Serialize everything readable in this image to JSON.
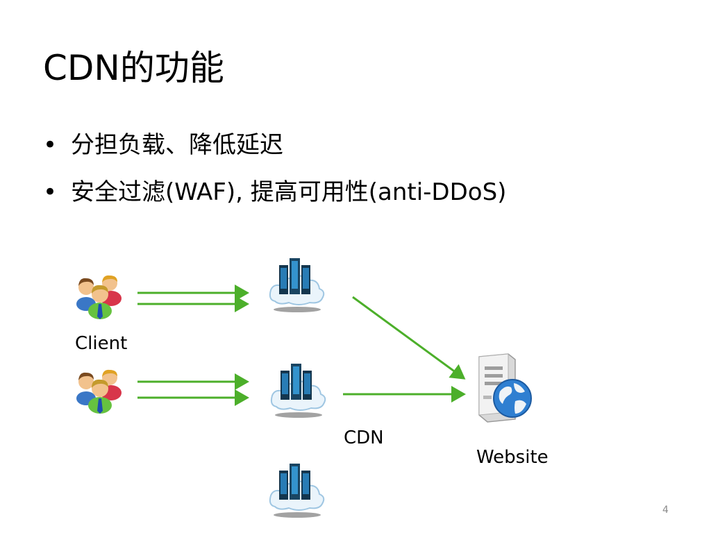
{
  "slide": {
    "title": "CDN的功能",
    "bullet_marker": "•",
    "bullets": [
      "分担负载、降低延迟",
      "安全过滤(WAF), 提高可用性(anti-DDoS)"
    ],
    "page_number": "4"
  },
  "diagram": {
    "client_label": "Client",
    "cdn_label": "CDN",
    "website_label": "Website",
    "arrow_color": "#4caf2a",
    "icons": [
      "users-group-icon",
      "cloud-server-icon",
      "web-server-globe-icon"
    ]
  }
}
